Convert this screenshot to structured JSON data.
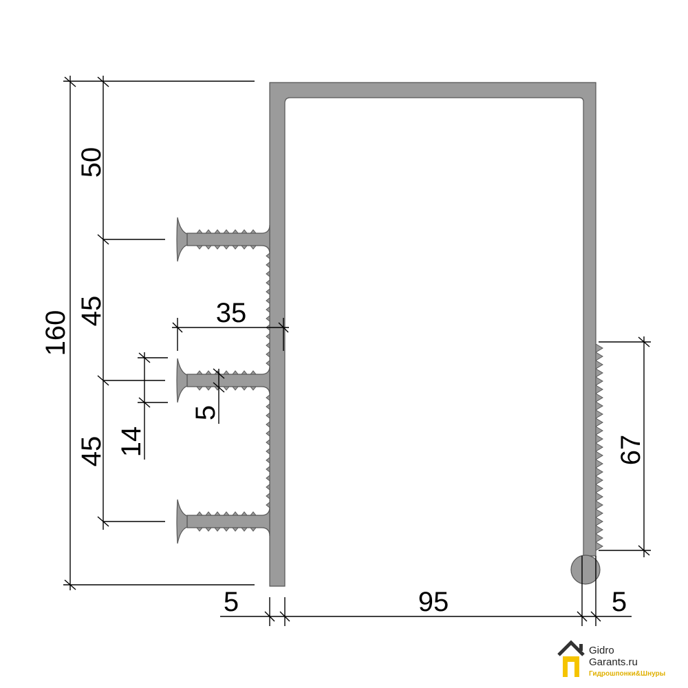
{
  "diagram": {
    "dimensions": {
      "total_height": "160",
      "top_section": "50",
      "mid_section_upper": "45",
      "mid_section_lower": "45",
      "anchor_length": "35",
      "anchor_head": "14",
      "anchor_stem": "5",
      "serrated_length": "67",
      "left_wall": "5",
      "inner_width": "95",
      "right_wall": "5"
    }
  },
  "logo": {
    "line1": "Gidro",
    "line2": "Garants.ru",
    "line3": "Гидрошпонки&Шнуры",
    "colors": {
      "roof": "#333333",
      "house": "#f5c400",
      "tagline": "#e0b000"
    }
  },
  "colors": {
    "profile_fill": "#9b9b9b",
    "profile_stroke": "#555555"
  }
}
